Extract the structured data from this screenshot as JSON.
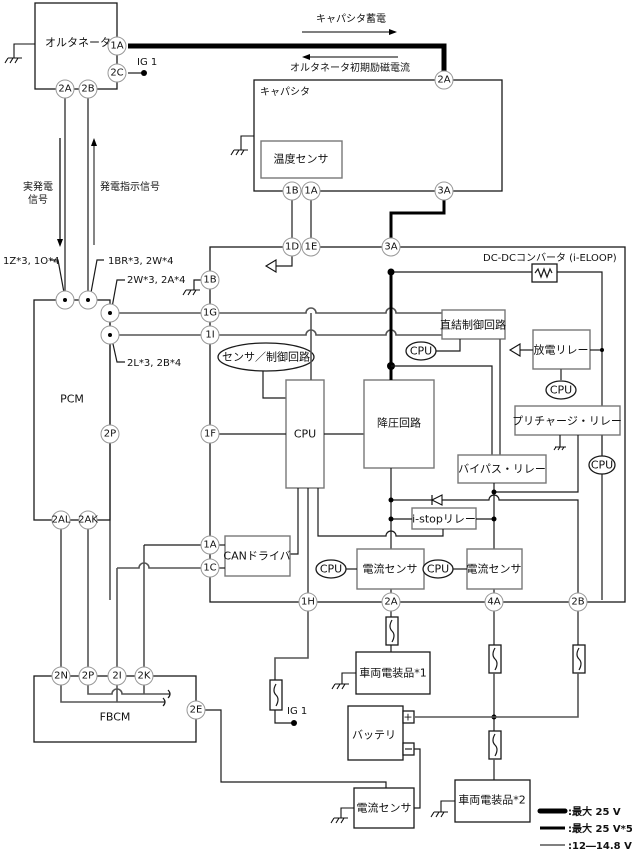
{
  "components": {
    "alternator": "オルタネータ",
    "capacitor": "キャパシタ",
    "temp_sensor": "温度センサ",
    "dcdc": "DC-DCコンバータ (i-ELOOP)",
    "pcm": "PCM",
    "fbcm": "FBCM",
    "direct_control": "直結制御回路",
    "discharge_relay": "放電リレー",
    "precharge_relay": "プリチャージ・リレー",
    "bypass_relay": "バイパス・リレー",
    "istop_relay": "i-stopリレー",
    "step_down": "降圧回路",
    "cpu": "CPU",
    "sensor_control": "センサ／制御回路",
    "can_driver": "CANドライバ",
    "current_sensor": "電流センサ",
    "vehicle_electrical_1": "車両電装品*1",
    "vehicle_electrical_2": "車両電装品*2",
    "battery": "バッテリ",
    "battery_plus": "+",
    "battery_minus": "−"
  },
  "annotations": {
    "cap_charge": "キャパシタ蓄電",
    "alt_initial_excitation": "オルタネータ初期励磁電流",
    "actual_gen_signal_1": "実発電",
    "actual_gen_signal_2": "信号",
    "gen_command_signal": "発電指示信号",
    "ig1": "IG 1",
    "pin_note_1": "1Z*3, 1O*4",
    "pin_note_2": "1BR*3, 2W*4",
    "pin_note_3": "2W*3, 2A*4",
    "pin_note_4": "2L*3, 2B*4"
  },
  "connectors": {
    "alt_1A": "1A",
    "alt_2C": "2C",
    "alt_2A": "2A",
    "alt_2B": "2B",
    "cap_2A": "2A",
    "cap_1B": "1B",
    "cap_1A": "1A",
    "cap_3A": "3A",
    "dc_1D": "1D",
    "dc_1E": "1E",
    "dc_3A": "3A",
    "dc_1B": "1B",
    "dc_1G": "1G",
    "dc_1I": "1I",
    "dc_1F": "1F",
    "dc_1A": "1A",
    "dc_1C": "1C",
    "dc_1H": "1H",
    "dc_2A": "2A",
    "dc_4A": "4A",
    "dc_2B": "2B",
    "pcm_2P": "2P",
    "pcm_2AL": "2AL",
    "pcm_2AK": "2AK",
    "fb_2N": "2N",
    "fb_2P": "2P",
    "fb_2I": "2I",
    "fb_2K": "2K",
    "fb_2E": "2E"
  },
  "legend": [
    {
      "label": ":最大 25 V",
      "style": "thick"
    },
    {
      "label": ":最大 25 V*5",
      "style": "medium"
    },
    {
      "label": ":12―14.8 V",
      "style": "thin"
    }
  ]
}
